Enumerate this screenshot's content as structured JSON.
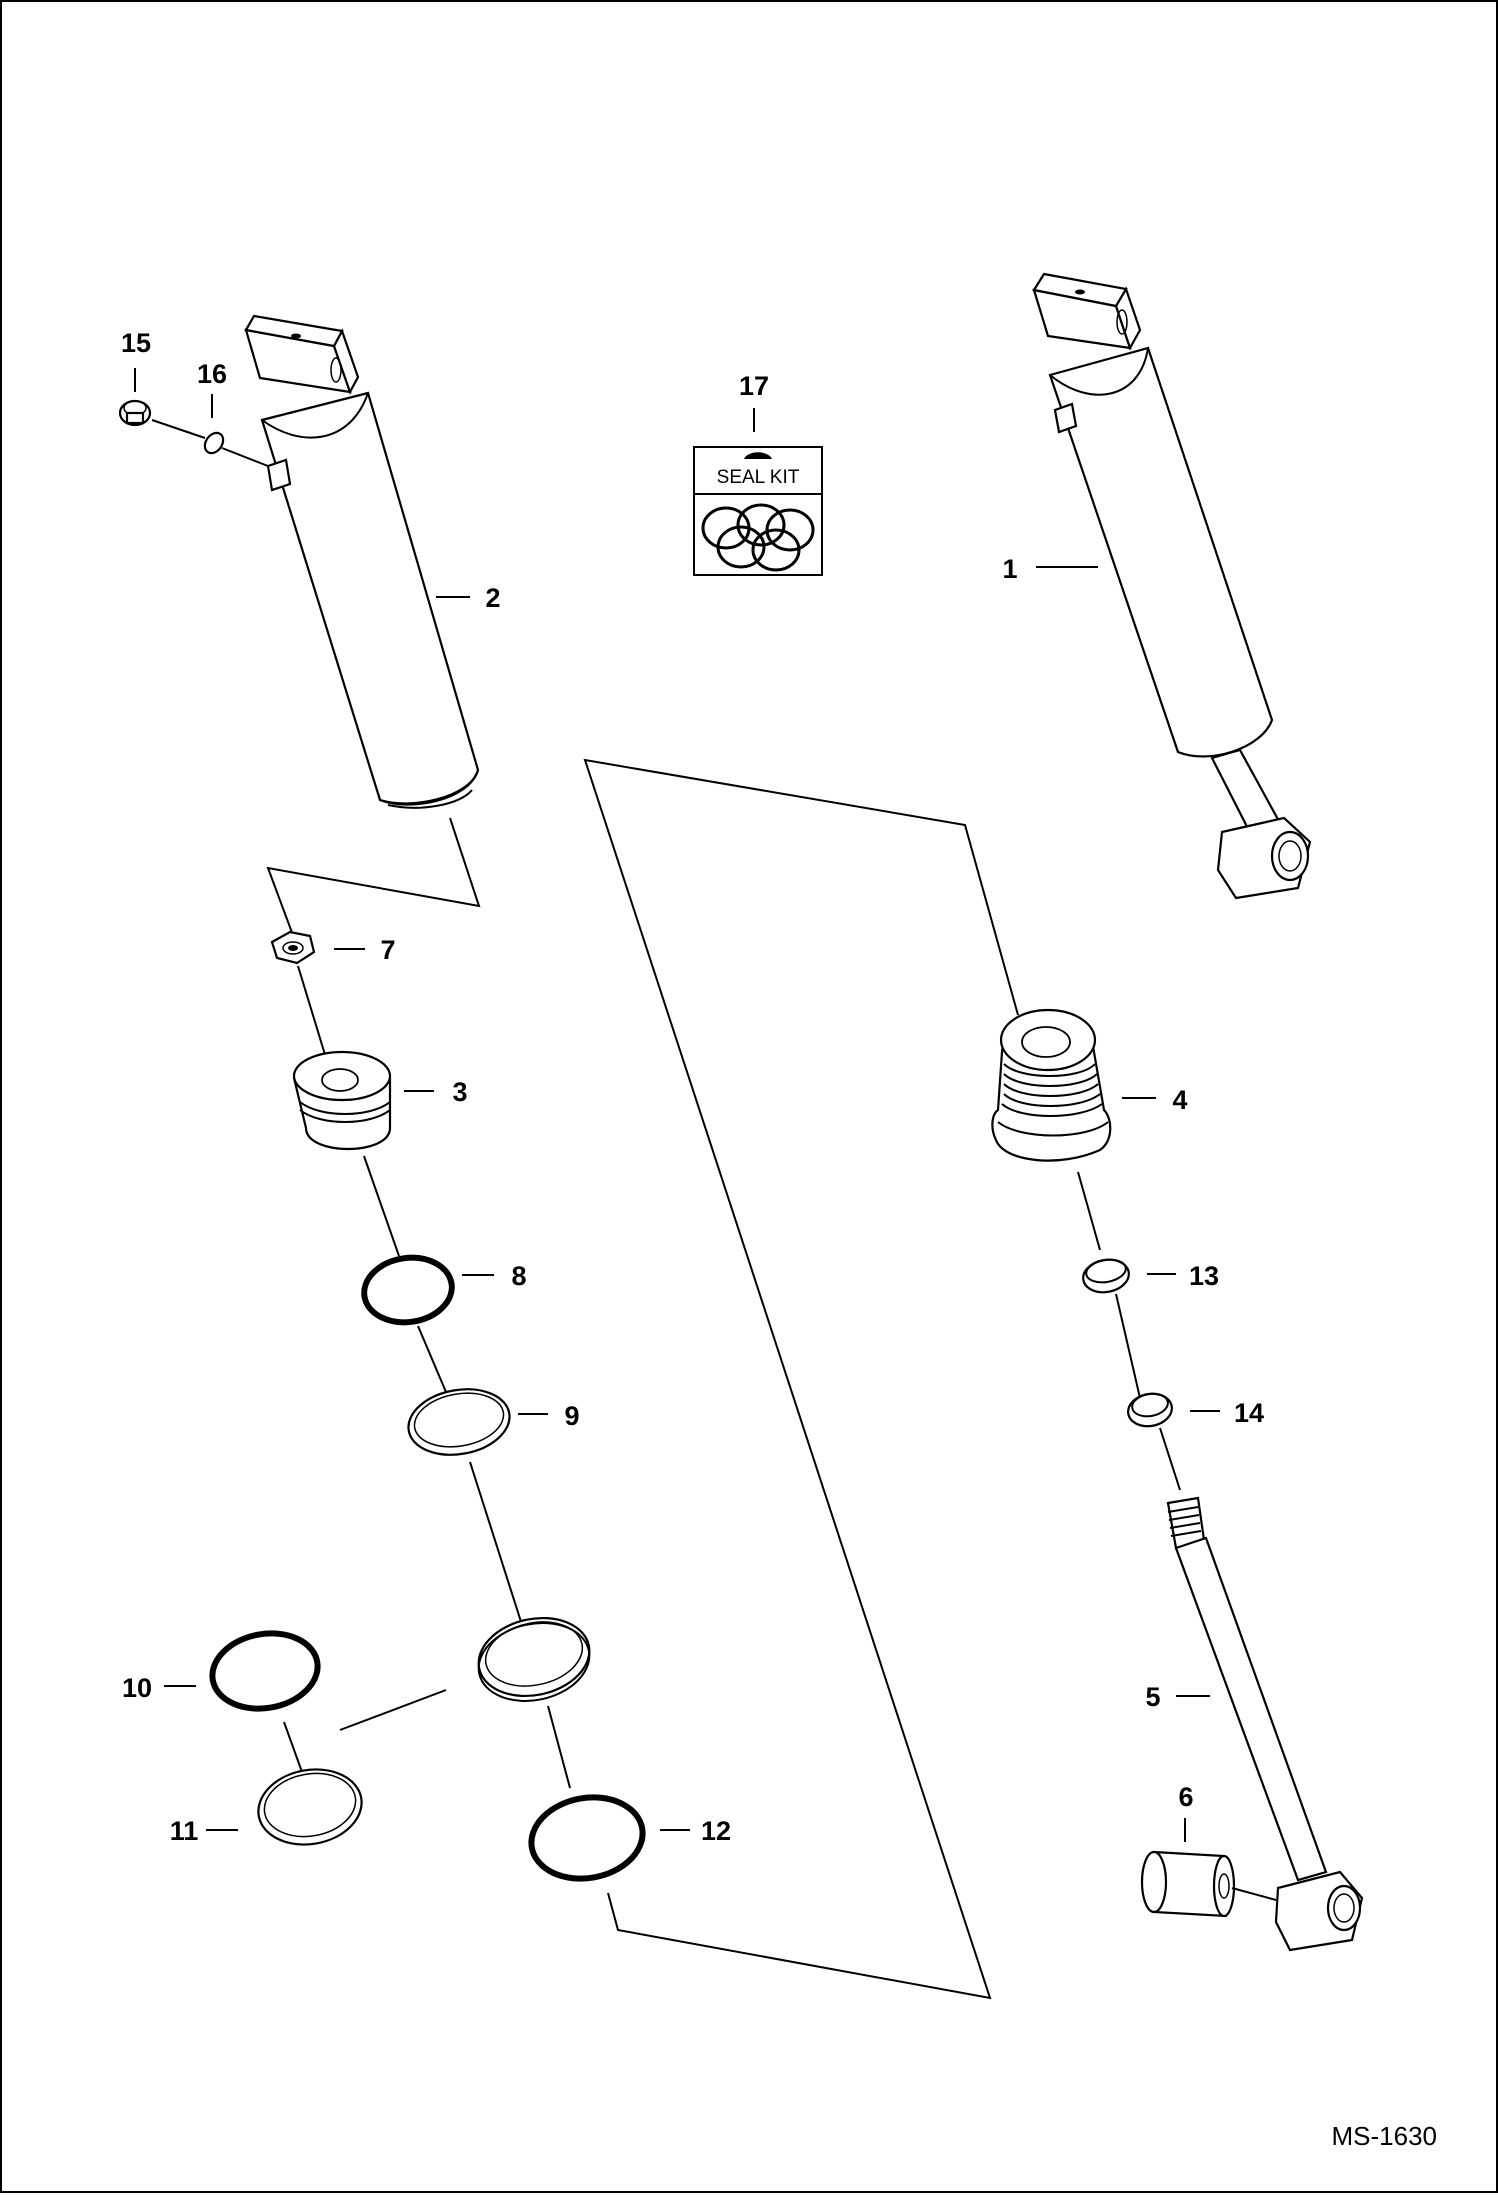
{
  "drawing_id": "MS-1630",
  "seal_kit_label": "SEAL KIT",
  "callouts": {
    "c1": "1",
    "c2": "2",
    "c3": "3",
    "c4": "4",
    "c5": "5",
    "c6": "6",
    "c7": "7",
    "c8": "8",
    "c9": "9",
    "c10": "10",
    "c11": "11",
    "c12": "12",
    "c13": "13",
    "c14": "14",
    "c15": "15",
    "c16": "16",
    "c17": "17"
  }
}
